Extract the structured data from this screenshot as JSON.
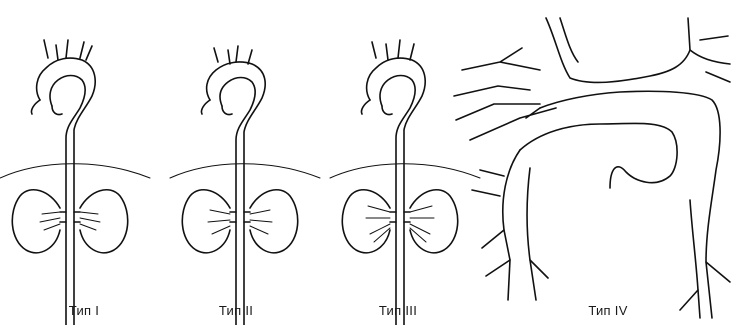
{
  "diagram": {
    "panels": [
      {
        "id": "type1",
        "label": "Тип I"
      },
      {
        "id": "type2",
        "label": "Тип II"
      },
      {
        "id": "type3",
        "label": "Тип III"
      },
      {
        "id": "type4",
        "label": "Тип IV"
      }
    ],
    "colors": {
      "line": "#111111",
      "background": "#ffffff"
    }
  }
}
